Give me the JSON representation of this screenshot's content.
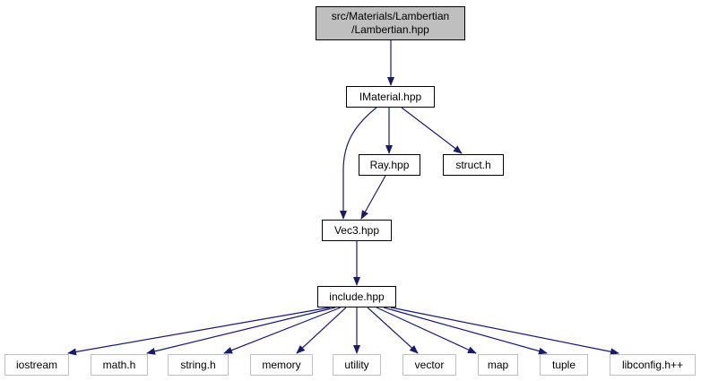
{
  "graph": {
    "colors": {
      "edge": "#191970",
      "root_fill": "#bfbfbf",
      "node_border": "#000000",
      "external_border": "#bfbfbf"
    },
    "nodes": {
      "root": {
        "line1": "src/Materials/Lambertian",
        "line2": "/Lambertian.hpp"
      },
      "imaterial": {
        "label": "IMaterial.hpp"
      },
      "ray": {
        "label": "Ray.hpp"
      },
      "struct": {
        "label": "struct.h"
      },
      "vec3": {
        "label": "Vec3.hpp"
      },
      "include": {
        "label": "include.hpp"
      },
      "iostream": {
        "label": "iostream"
      },
      "math": {
        "label": "math.h"
      },
      "string": {
        "label": "string.h"
      },
      "memory": {
        "label": "memory"
      },
      "utility": {
        "label": "utility"
      },
      "vector": {
        "label": "vector"
      },
      "map": {
        "label": "map"
      },
      "tuple": {
        "label": "tuple"
      },
      "libconfig": {
        "label": "libconfig.h++"
      }
    },
    "edges": [
      {
        "from": "root",
        "to": "imaterial"
      },
      {
        "from": "imaterial",
        "to": "vec3"
      },
      {
        "from": "imaterial",
        "to": "ray"
      },
      {
        "from": "imaterial",
        "to": "struct"
      },
      {
        "from": "ray",
        "to": "vec3"
      },
      {
        "from": "vec3",
        "to": "include"
      },
      {
        "from": "include",
        "to": "iostream"
      },
      {
        "from": "include",
        "to": "math"
      },
      {
        "from": "include",
        "to": "string"
      },
      {
        "from": "include",
        "to": "memory"
      },
      {
        "from": "include",
        "to": "utility"
      },
      {
        "from": "include",
        "to": "vector"
      },
      {
        "from": "include",
        "to": "map"
      },
      {
        "from": "include",
        "to": "tuple"
      },
      {
        "from": "include",
        "to": "libconfig"
      }
    ]
  }
}
